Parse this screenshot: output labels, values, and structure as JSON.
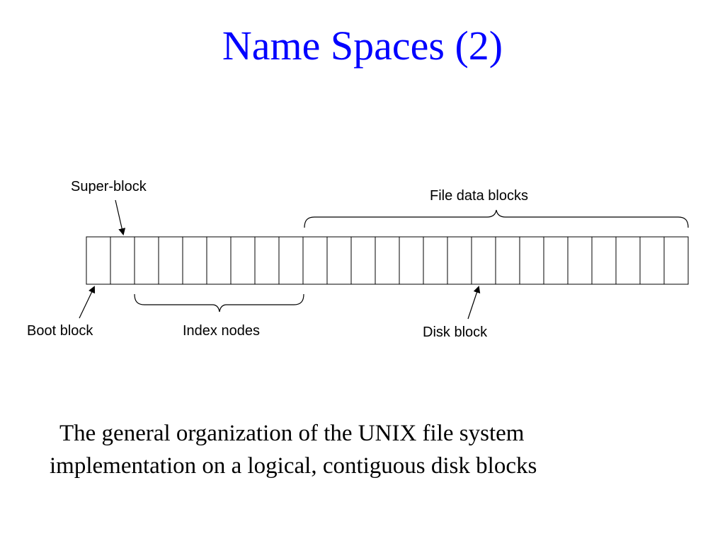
{
  "slide": {
    "title": "Name Spaces (2)",
    "title_color": "#0000ff"
  },
  "diagram": {
    "block_count": 25,
    "labels": {
      "super_block": "Super-block",
      "file_data_blocks": "File data blocks",
      "boot_block": "Boot block",
      "index_nodes": "Index nodes",
      "disk_block": "Disk block"
    }
  },
  "caption": {
    "line1": "The general organization of the UNIX file system",
    "line2": "implementation on a logical, contiguous disk blocks"
  }
}
